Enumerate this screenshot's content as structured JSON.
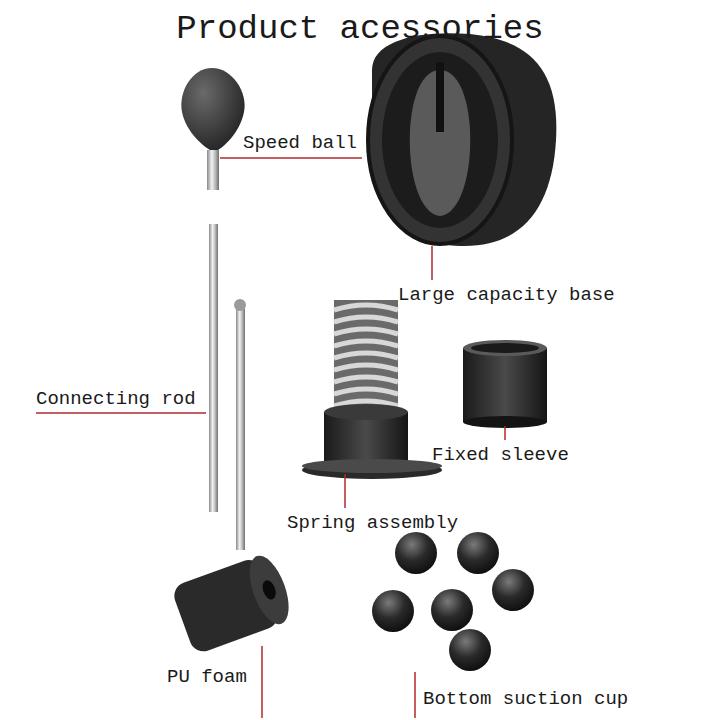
{
  "diagram": {
    "title": "Product acessories",
    "labels": [
      "Speed ball",
      "Large capacity base",
      "Connecting rod",
      "Spring assembly",
      "Fixed sleeve",
      "PU foam",
      "Bottom suction cup"
    ]
  }
}
